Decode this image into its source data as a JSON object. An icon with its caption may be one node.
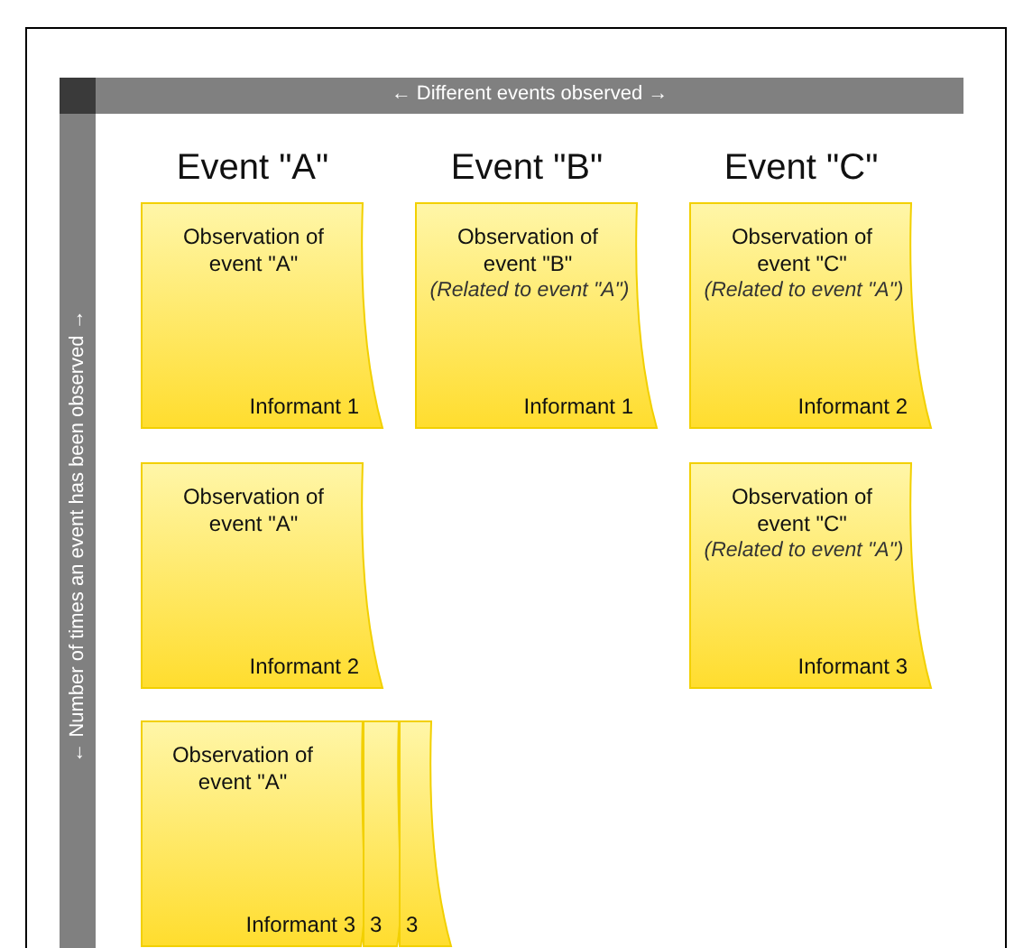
{
  "diagram": {
    "nodes": [
      {
        "text": [
          "Observation of event \"A\"",
          "Informant 1"
        ]
      },
      {
        "text": [
          "Observation of event \"B\"",
          "(Related to event \"A\")",
          "Informant 1"
        ]
      },
      {
        "text": [
          "Observation of event \"C\"",
          "(Related to event \"A\")",
          "Informant 2"
        ]
      },
      {
        "text": [
          "Observation of event \"A\"",
          "Informant 2"
        ]
      },
      {
        "text": [
          "Observation of event \"C\"",
          "(Related to event \"A\")",
          "Informant 3"
        ]
      },
      {
        "text": [
          "Observation of event \"A\"",
          "Informant 3"
        ]
      },
      {
        "text": [
          "3"
        ]
      },
      {
        "text": [
          "3"
        ]
      }
    ],
    "edges": [],
    "labels": [
      "← Different events observed →",
      "← Number of times an event has been observed →",
      "Event \"A\"",
      "Event \"B\"",
      "Event \"C\""
    ]
  }
}
